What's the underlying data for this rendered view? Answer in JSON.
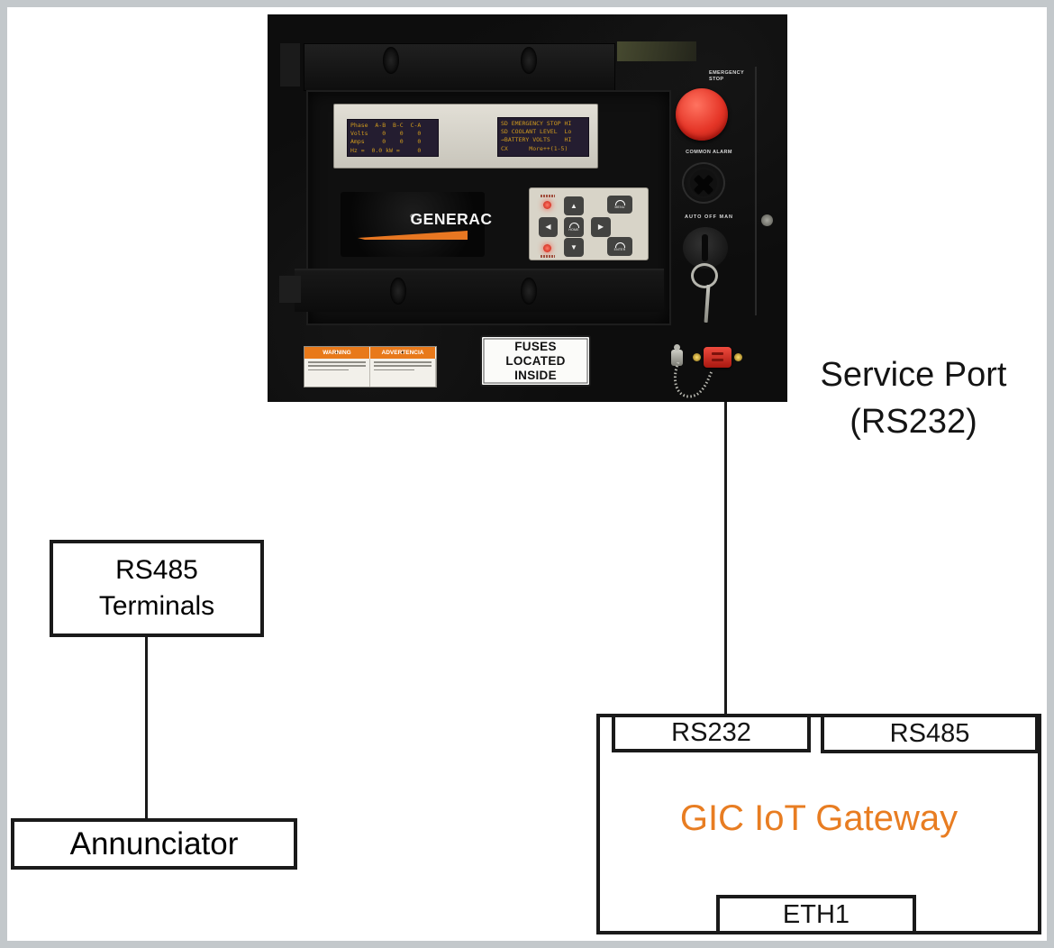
{
  "colors": {
    "frame_gray": "#C3C8CB",
    "line_black": "#1A1A1A",
    "gateway_title_orange": "#E87D22",
    "generac_orange": "#E87722",
    "emergency_red": "#E53527",
    "lcd_text_amber": "#CF9A1E"
  },
  "diagram": {
    "service_port": {
      "line1": "Service Port",
      "line2": "(RS232)"
    },
    "rs485_terminals": {
      "line1": "RS485",
      "line2": "Terminals"
    },
    "annunciator": {
      "label": "Annunciator"
    },
    "gateway": {
      "title": "GIC IoT Gateway",
      "ports": {
        "rs232": "RS232",
        "rs485": "RS485",
        "eth1": "ETH1"
      }
    }
  },
  "panel": {
    "brand": "GENERAC",
    "brand_reg": "®",
    "display_left": {
      "lines": [
        "Phase  A-B  B-C  C-A",
        "Volts    0    0    0",
        "Amps     0    0    0",
        "Hz =  0.0 kW =     0"
      ]
    },
    "display_right": {
      "lines": [
        "SD EMERGENCY STOP HI",
        "SD COOLANT LEVEL  Lo",
        "→BATTERY VOLTS    HI",
        "CX      More++(1-5)"
      ]
    },
    "emergency_stop": {
      "line1": "EMERGENCY",
      "line2": "STOP"
    },
    "common_alarm_label": "COMMON ALARM",
    "keyswitch_label": "AUTO OFF MAN",
    "warning": {
      "icon": "▲",
      "en": "WARNING",
      "es": "ADVERTENCIA"
    },
    "fuses": {
      "lines": [
        "FUSES",
        "LOCATED",
        "INSIDE"
      ]
    },
    "keypad": {
      "up_icon": "▲",
      "down_icon": "▼",
      "left_icon": "◀",
      "right_icon": "▶",
      "menu_label": "MENU",
      "enter_label": "ENTER",
      "home_label": "HOME"
    }
  }
}
